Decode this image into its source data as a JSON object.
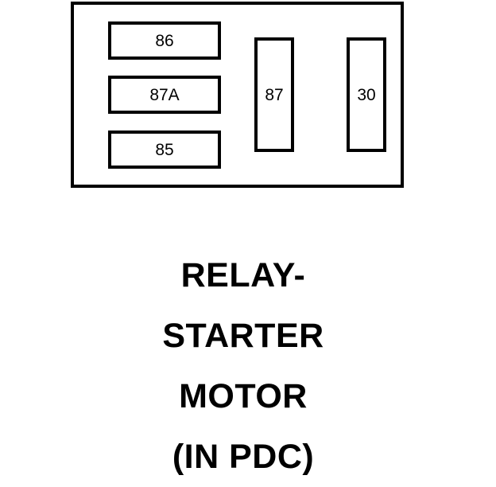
{
  "diagram": {
    "terminals": {
      "t86": "86",
      "t87a": "87A",
      "t85": "85",
      "t87": "87",
      "t30": "30"
    },
    "caption": {
      "line1": "RELAY-",
      "line2": "STARTER",
      "line3": "MOTOR",
      "line4": "(IN PDC)"
    }
  }
}
